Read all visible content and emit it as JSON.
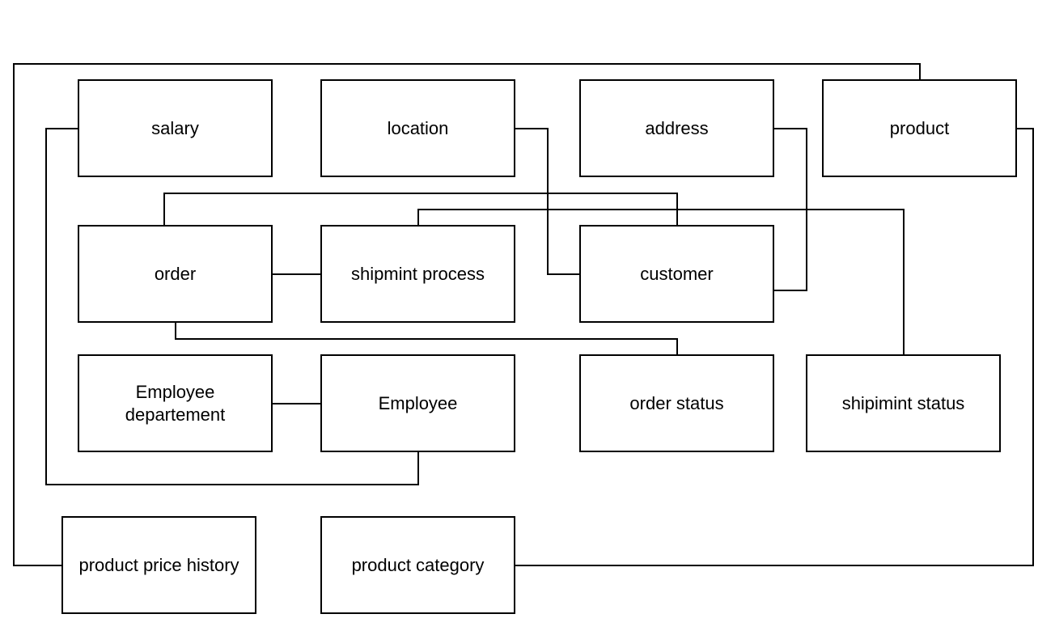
{
  "diagram": {
    "line_color": "#000000",
    "box_fill": "#ffffff",
    "entities": {
      "salary": "salary",
      "location": "location",
      "address": "address",
      "product": "product",
      "order": "order",
      "shipmint_process": "shipmint process",
      "customer": "customer",
      "employee_departement": "Employee\ndepartement",
      "employee": "Employee",
      "order_status": "order status",
      "shipimint_status": "shipimint status",
      "product_price_history": "product price history",
      "product_category": "product category"
    },
    "connections": [
      {
        "from": "location",
        "to": "customer"
      },
      {
        "from": "address",
        "to": "customer"
      },
      {
        "from": "order",
        "to": "customer"
      },
      {
        "from": "shipmint_process",
        "to": "shipimint_status"
      },
      {
        "from": "order",
        "to": "shipmint_process"
      },
      {
        "from": "order",
        "to": "order_status"
      },
      {
        "from": "employee_departement",
        "to": "employee"
      },
      {
        "from": "salary",
        "to": "employee"
      },
      {
        "from": "product",
        "to": "product_price_history"
      },
      {
        "from": "product",
        "to": "product_category"
      }
    ]
  }
}
